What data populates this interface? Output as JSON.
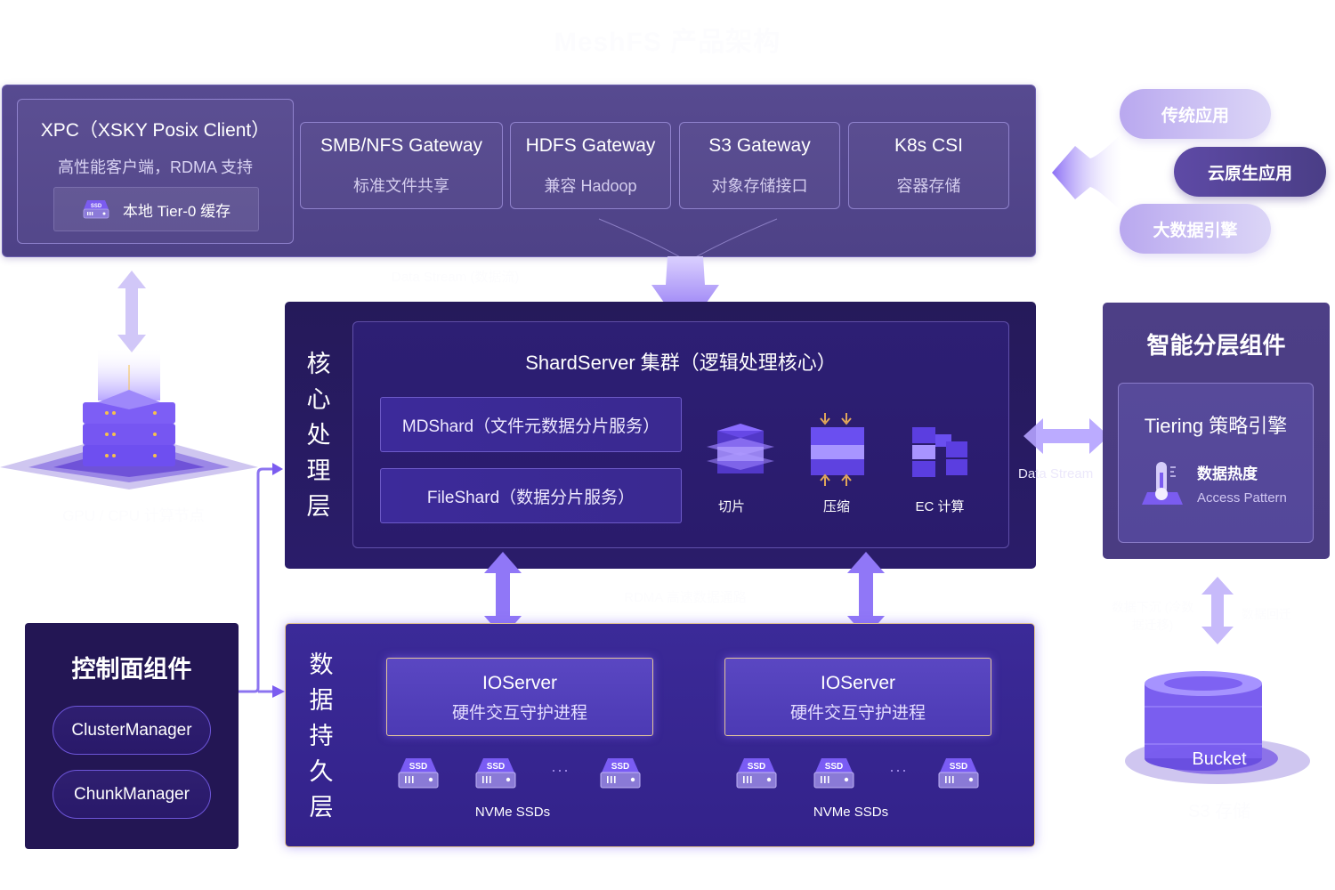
{
  "title": "MeshFS 产品架构",
  "access_layer": {
    "xpc": {
      "title": "XPC（XSKY Posix Client）",
      "subtitle": "高性能客户端，RDMA 支持",
      "cache_icon": "ssd-icon",
      "cache_label": "本地 Tier-0 缓存"
    },
    "gateways": [
      {
        "title": "SMB/NFS Gateway",
        "subtitle": "标准文件共享"
      },
      {
        "title": "HDFS Gateway",
        "subtitle": "兼容 Hadoop"
      },
      {
        "title": "S3 Gateway",
        "subtitle": "对象存储接口"
      },
      {
        "title": "K8s CSI",
        "subtitle": "容器存储"
      }
    ]
  },
  "applications": [
    "传统应用",
    "云原生应用",
    "大数据引擎"
  ],
  "compute_node": {
    "label": "GPU / CPU 计算节点"
  },
  "flow_labels": {
    "access_to_core": "Data Stream (数据流)",
    "core_to_data": "RDMA 高速数据通路",
    "core_to_tiering": "Data Stream",
    "tiering_to_bucket_left": "数据下沉 (冷数据迁移)",
    "tiering_to_bucket_right": "数据回迁"
  },
  "core_layer": {
    "label_chars": [
      "核",
      "心",
      "处",
      "理",
      "层"
    ],
    "cluster_title": "ShardServer 集群（逻辑处理核心）",
    "shards": [
      "MDShard（文件元数据分片服务）",
      "FileShard（数据分片服务）"
    ],
    "functions": [
      {
        "icon": "slice-icon",
        "label": "切片"
      },
      {
        "icon": "compress-icon",
        "label": "压缩"
      },
      {
        "icon": "ec-compute-icon",
        "label": "EC 计算"
      }
    ]
  },
  "data_layer": {
    "label_chars": [
      "数",
      "据",
      "持",
      "久",
      "层"
    ],
    "io_servers": [
      {
        "title": "IOServer",
        "subtitle": "硬件交互守护进程",
        "ssd_label": "SSD",
        "ellipsis": "···",
        "caption": "NVMe SSDs"
      },
      {
        "title": "IOServer",
        "subtitle": "硬件交互守护进程",
        "ssd_label": "SSD",
        "ellipsis": "···",
        "caption": "NVMe SSDs"
      }
    ]
  },
  "control_plane": {
    "title": "控制面组件",
    "components": [
      "ClusterManager",
      "ChunkManager"
    ]
  },
  "tiering": {
    "title": "智能分层组件",
    "engine_title": "Tiering 策略引擎",
    "metric_title": "数据热度",
    "metric_subtitle": "Access Pattern"
  },
  "bucket": {
    "label": "Bucket",
    "caption": "S3 存储"
  },
  "colors": {
    "accent": "#7b5cf0",
    "top_panel": "#574a90",
    "core_bg": "#251a5a",
    "data_bg": "#3b2a98",
    "control_bg": "#231654",
    "tier_bg": "#4d3f86",
    "io_border": "#e3c59a"
  }
}
